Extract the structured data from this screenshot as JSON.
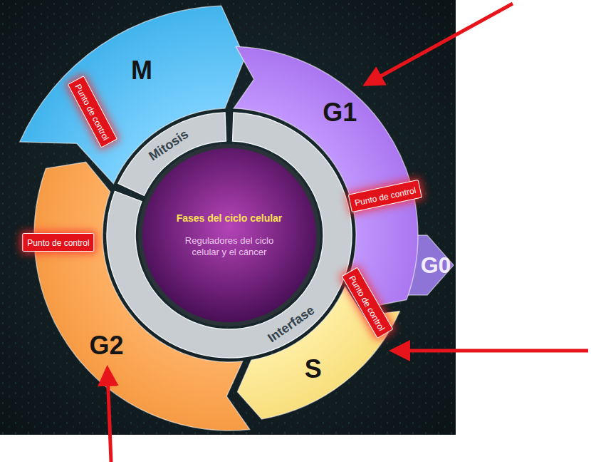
{
  "diagram": {
    "nodes": [
      {
        "text": [
          "M"
        ]
      },
      {
        "text": [
          "G1"
        ]
      },
      {
        "text": [
          "Punto de control"
        ]
      },
      {
        "text": [
          "Punto de control"
        ]
      },
      {
        "text": [
          "G0"
        ]
      },
      {
        "text": [
          "Mitosis"
        ]
      },
      {
        "text": [
          "Fases del ciclo celular",
          "Reguladores del ciclo celular y el cáncer"
        ]
      },
      {
        "text": [
          "Interfase"
        ]
      },
      {
        "text": [
          "Punto de control"
        ]
      },
      {
        "text": [
          "G2"
        ]
      },
      {
        "text": [
          "Punto de control"
        ]
      },
      {
        "text": [
          "S"
        ]
      }
    ]
  }
}
